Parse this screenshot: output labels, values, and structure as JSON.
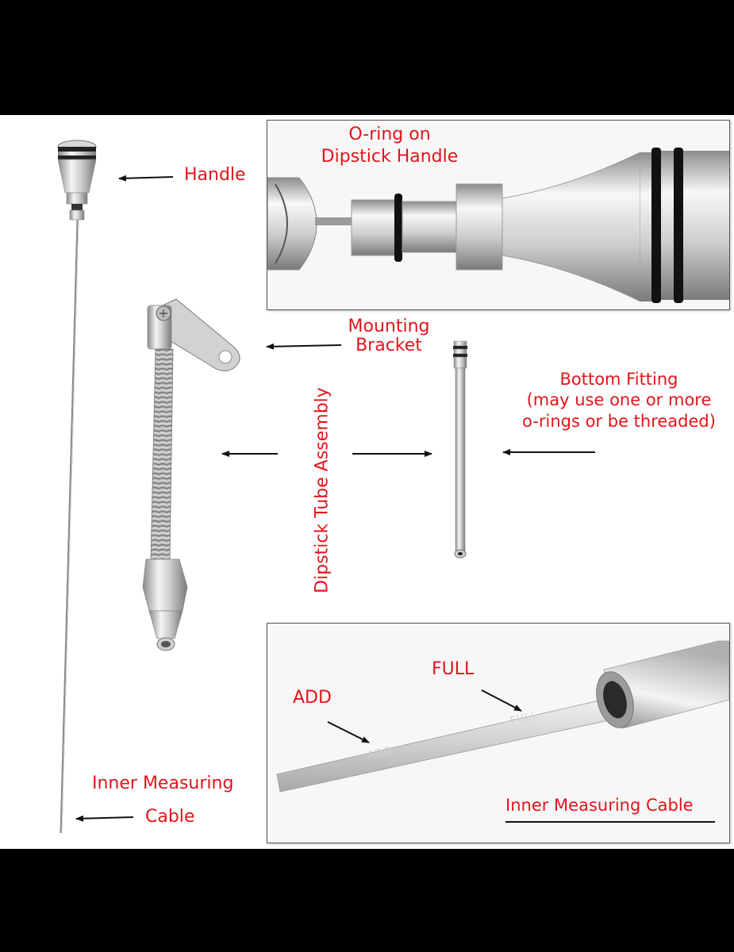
{
  "labels": {
    "handle": "Handle",
    "oring_line1": "O-ring on",
    "oring_line2": "Dipstick Handle",
    "mounting_line1": "Mounting",
    "mounting_line2": "Bracket",
    "tube_assembly": "Dipstick Tube Assembly",
    "bottom_line1": "Bottom Fitting",
    "bottom_line2": "(may use one or more",
    "bottom_line3": "o-rings or be threaded)",
    "full": "FULL",
    "add": "ADD",
    "inner_line1": "Inner Measuring",
    "inner_line2": "Cable",
    "inner_underlined": "Inner Measuring Cable",
    "stamp_full": "FULL",
    "stamp_add": "ADD"
  },
  "colors": {
    "label_red": "#e3141b",
    "background": "#ffffff",
    "frame": "#000000"
  }
}
